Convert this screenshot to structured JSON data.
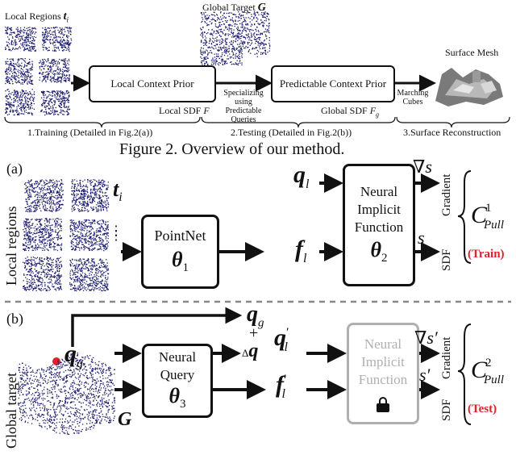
{
  "colors": {
    "stroke": "#111111",
    "locked": "#b0b0b0",
    "accent_red": "#e0202a",
    "point_blue": "#1a1a6e"
  },
  "top": {
    "local_regions_label": "Local Regions",
    "local_regions_var": "t",
    "local_regions_sub": "i",
    "global_target_label": "Global Target",
    "global_target_var": "G",
    "box_local_prior": "Local Context Prior",
    "box_predictable_prior": "Predictable Context Prior",
    "specializing_line1": "Specializing using",
    "specializing_line2": "Predictable Queries",
    "local_sdf_label": "Local SDF",
    "local_sdf_var": "F",
    "global_sdf_label": "Global SDF",
    "global_sdf_var": "F",
    "global_sdf_sub": "g",
    "marching_line1": "Marching",
    "marching_line2": "Cubes",
    "surface_mesh": "Surface Mesh",
    "stage1": "1.Training (Detailed in Fig.2(a))",
    "stage2": "2.Testing (Detailed in Fig.2(b))",
    "stage3": "3.Surface Reconstruction"
  },
  "caption": "Figure 2. Overview of our method.",
  "panel_a": {
    "tag": "(a)",
    "side_label": "Local regions",
    "t_var": "t",
    "t_sub": "i",
    "pointnet": "PointNet",
    "theta": "θ",
    "theta1_sub": "1",
    "q_var": "q",
    "q_sub": "l",
    "f_var": "f",
    "f_sub": "l",
    "nif_line1": "Neural",
    "nif_line2": "Implicit",
    "nif_line3": "Function",
    "theta2_sub": "2",
    "grad_sym": "∇s",
    "s_sym": "s",
    "gradient_label": "Gradient",
    "sdf_label": "SDF",
    "c_sym": "C",
    "c_sup": "1",
    "c_sub": "Pull",
    "train_label": "(Train)"
  },
  "panel_b": {
    "tag": "(b)",
    "side_label": "Global target",
    "qg_var": "q",
    "qg_sub": "g",
    "plus": "+",
    "delta_q": "Δq",
    "query_line1": "Neural",
    "query_line2": "Query",
    "theta3_sub": "3",
    "ql_prime_sub": "l",
    "prime": "′",
    "nif_line1": "Neural",
    "nif_line2": "Implicit",
    "nif_line3": "Function",
    "grad_sym": "∇s′",
    "s_sym": "s′",
    "gradient_label": "Gradient",
    "sdf_label": "SDF",
    "c_sup": "2",
    "c_sub": "Pull",
    "test_label": "(Test)",
    "g_var": "G",
    "lock_icon": "lock"
  }
}
